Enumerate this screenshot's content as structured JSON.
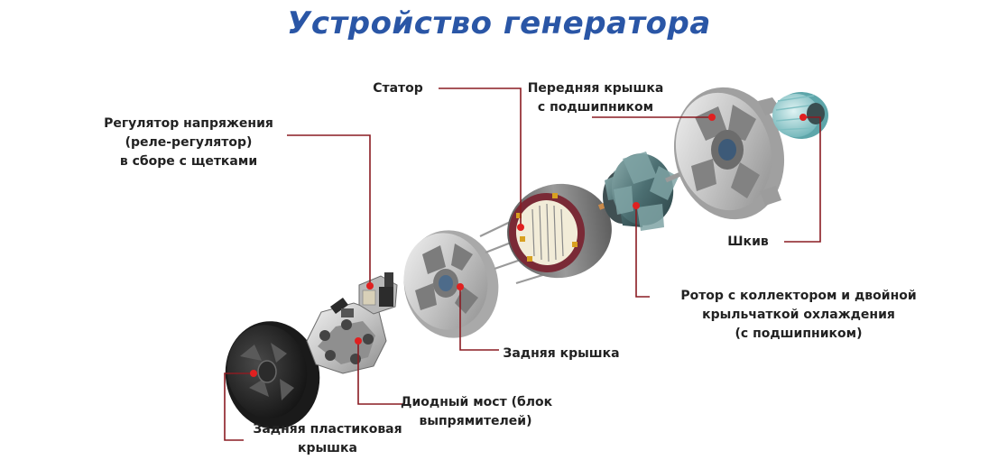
{
  "title": "Устройство генератора",
  "colors": {
    "title": "#2a56a6",
    "leader": "#8a1c22",
    "marker": "#e02020",
    "label": "#222222"
  },
  "labels": {
    "stator": [
      "Статор"
    ],
    "front_cover": [
      "Передняя крышка",
      "с подшипником"
    ],
    "regulator": [
      "Регулятор напряжения",
      "(реле-регулятор)",
      "в сборе с щетками"
    ],
    "pulley": [
      "Шкив"
    ],
    "rotor": [
      "Ротор с коллектором и двойной",
      "крыльчаткой охлаждения",
      "(с подшипником)"
    ],
    "rear_cover": [
      "Задняя крышка"
    ],
    "diode_bridge": [
      "Диодный мост (блок",
      "выпрямителей)"
    ],
    "rear_plastic_cover": [
      "Задняя пластиковая",
      "крышка"
    ]
  }
}
